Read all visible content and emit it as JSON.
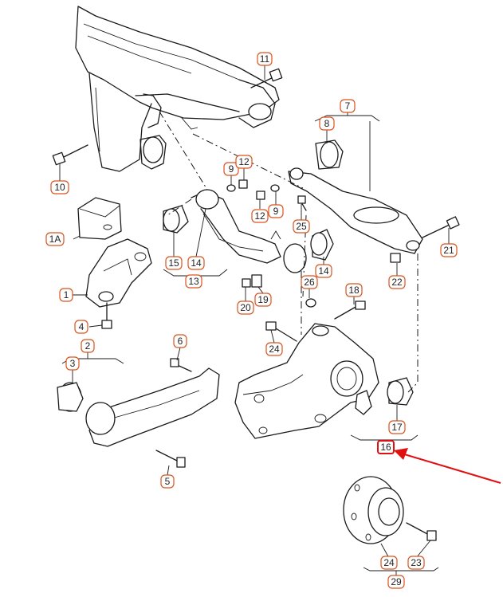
{
  "diagram": {
    "part_labels": {
      "p1": "1",
      "p1a": "1A",
      "p2": "2",
      "p3": "3",
      "p4": "4",
      "p5": "5",
      "p6": "6",
      "p7": "7",
      "p8": "8",
      "p9a": "9",
      "p9b": "9",
      "p10": "10",
      "p11": "11",
      "p12a": "12",
      "p12b": "12",
      "p13": "13",
      "p14": "14",
      "p15": "15",
      "p16": "16",
      "p17": "17",
      "p18": "18",
      "p19": "19",
      "p20": "20",
      "p21": "21",
      "p22": "22",
      "p23": "23",
      "p24a": "24",
      "p24b": "24",
      "p25": "25",
      "p26": "26",
      "p29": "29"
    },
    "highlighted_part": "16",
    "colors": {
      "callout_border": "#d9531e",
      "highlight": "#e01010",
      "line_art": "#1a1a1a"
    }
  }
}
